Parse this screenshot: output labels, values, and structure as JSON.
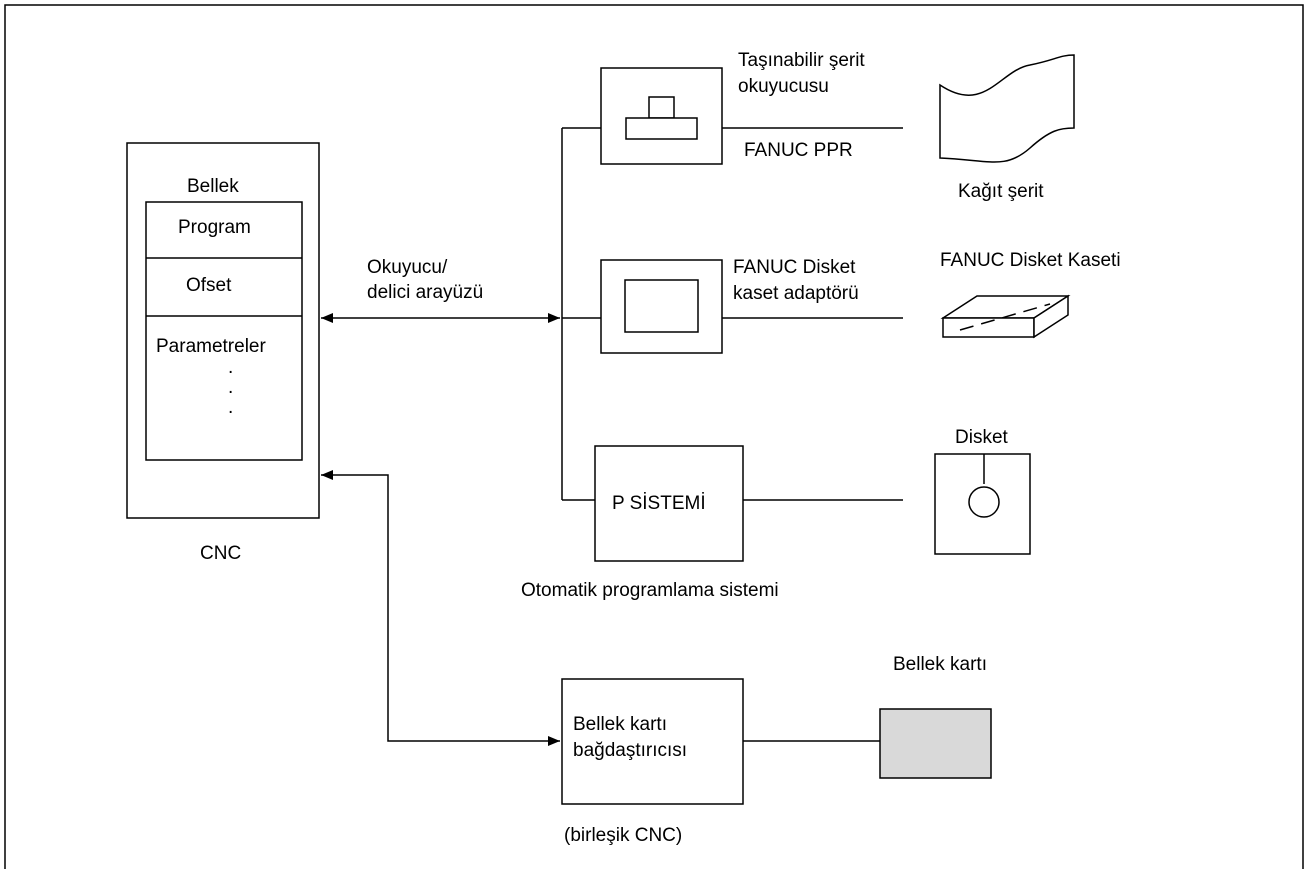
{
  "cnc": {
    "memory_label": "Bellek",
    "program_label": "Program",
    "offset_label": "Ofset",
    "parameters_label": "Parametreler",
    "dots": [
      ".",
      ".",
      "."
    ],
    "cnc_label": "CNC"
  },
  "interface": {
    "line1": "Okuyucu/",
    "line2": "delici arayüzü"
  },
  "ppr": {
    "title_line1": "Taşınabilir şerit",
    "title_line2": "okuyucusu",
    "model": "FANUC PPR",
    "media": "Kağıt şerit"
  },
  "floppy_cassette": {
    "adapter_line1": "FANUC Disket",
    "adapter_line2": "kaset adaptörü",
    "media": "FANUC Disket Kaseti"
  },
  "p_system": {
    "label": "P SİSTEMİ",
    "caption": "Otomatik programlama sistemi",
    "media": "Disket"
  },
  "memory_card": {
    "adapter_line1": "Bellek kartı",
    "adapter_line2": "bağdaştırıcısı",
    "caption": "(birleşik CNC)",
    "media": "Bellek kartı",
    "card_color": "#d9d9d9"
  }
}
